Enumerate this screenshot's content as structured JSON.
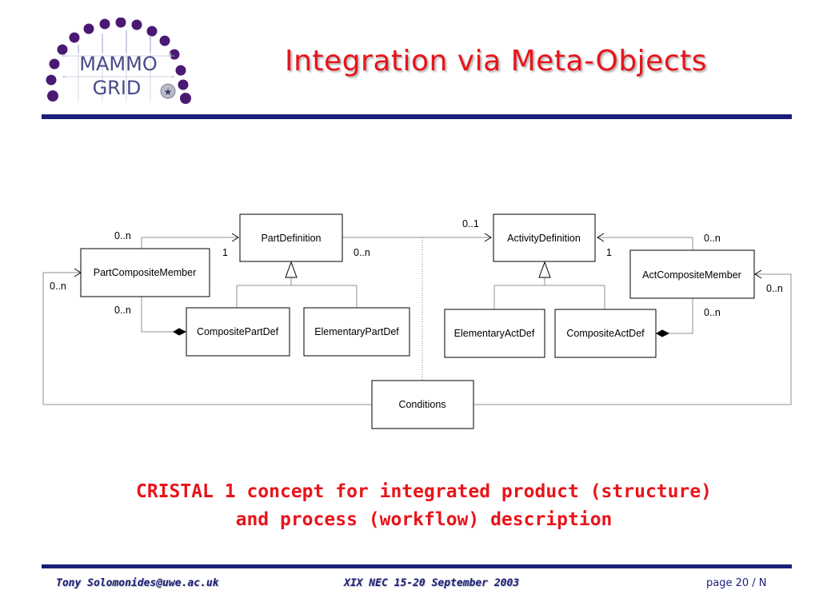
{
  "logo": {
    "line1": "MAMMO",
    "line2": "GRID"
  },
  "title": "Integration via Meta-Objects",
  "diagram": {
    "boxes": {
      "part_definition": "PartDefinition",
      "activity_definition": "ActivityDefinition",
      "part_composite_member": "PartCompositeMember",
      "act_composite_member": "ActCompositeMember",
      "composite_part_def": "CompositePartDef",
      "elementary_part_def": "ElementaryPartDef",
      "elementary_act_def": "ElementaryActDef",
      "composite_act_def": "CompositeActDef",
      "conditions": "Conditions"
    },
    "multiplicities": {
      "pcm_to_pd": "0..n",
      "pd_one": "1",
      "pd_to_ad": "0..n",
      "ad_top": "0..1",
      "ad_one": "1",
      "acm_to_ad": "0..n",
      "left_loop": "0..n",
      "pcm_to_cpd": "0..n",
      "right_loop": "0..n",
      "acm_to_cad": "0..n"
    }
  },
  "caption": {
    "line1": "CRISTAL 1 concept for integrated product (structure)",
    "line2": "and process (workflow) description"
  },
  "footer": {
    "left": "Tony Solomonides@uwe.ac.uk",
    "center": "XIX NEC 15-20 September 2003",
    "right": "page 20 / N"
  }
}
